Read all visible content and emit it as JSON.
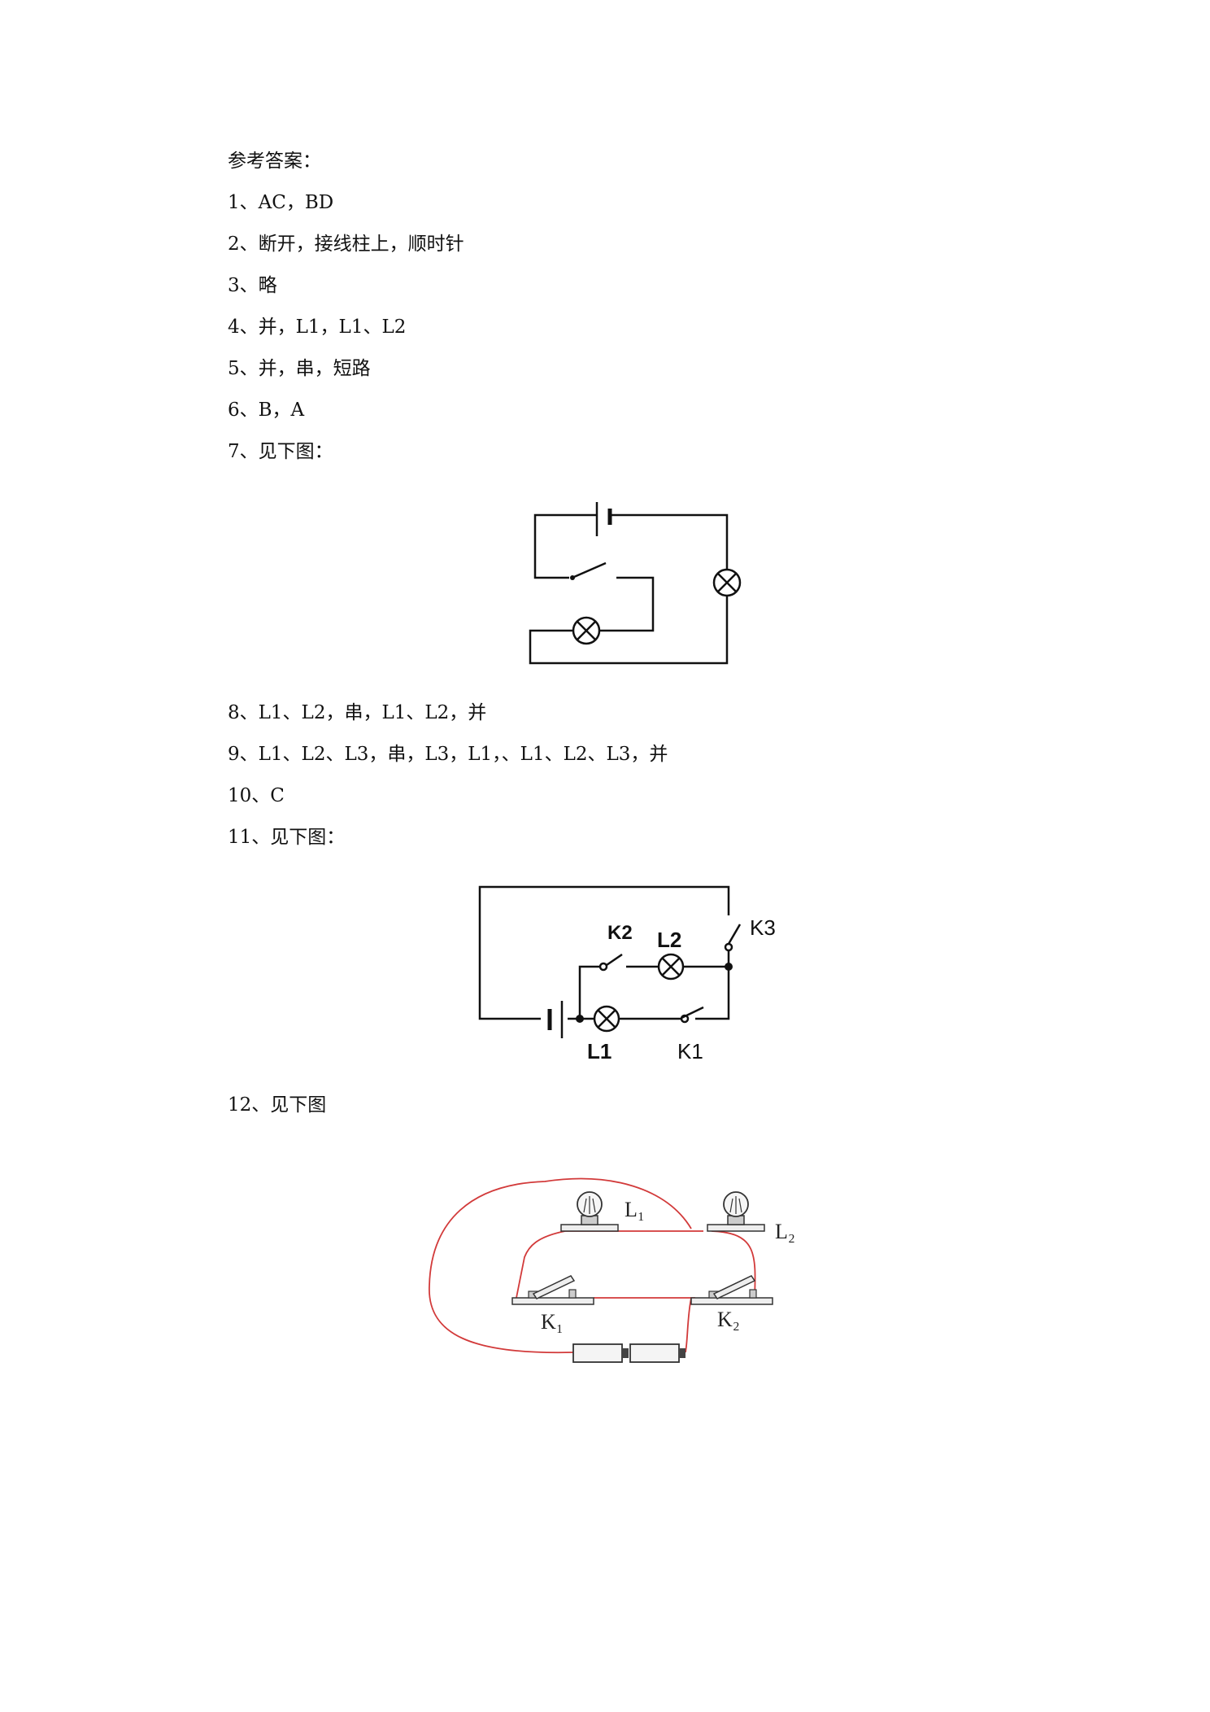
{
  "heading": "参考答案：",
  "answers": [
    "1、AC，BD",
    "2、断开，接线柱上，顺时针",
    "3、略",
    "4、并，L1，L1、L2",
    "5、并，串，短路",
    "6、B，A",
    "7、见下图：",
    "8、L1、L2，串，L1、L2，并",
    "9、L1、L2、L3，串，L3，L1，、L1、L2、L3，并",
    "10、C",
    "11、见下图：",
    "12、见下图"
  ],
  "figure11": {
    "k2": "K2",
    "l2": "L2",
    "k3": "K3",
    "l1": "L1",
    "k1": "K1"
  },
  "figure12": {
    "l1": "L₁",
    "l2": "L₂",
    "k1": "K₁",
    "k2": "K₂"
  },
  "colors": {
    "wire": "#111111",
    "red_wire": "#d23a3a"
  }
}
